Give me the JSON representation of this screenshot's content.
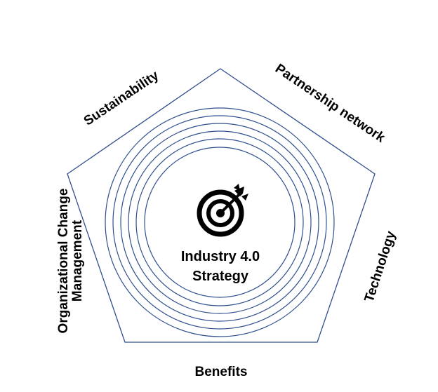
{
  "diagram": {
    "center": {
      "line1": "Industry 4.0",
      "line2": "Strategy",
      "icon": "target-arrow-icon"
    },
    "labels": {
      "sustainability": "Sustainability",
      "partnership": "Partnership network",
      "technology": "Technology",
      "benefits": "Benefits",
      "org_line1": "Organizational Change",
      "org_line2": "Management"
    },
    "colors": {
      "outline": "#2f4f8f",
      "text": "#000000",
      "icon": "#000000"
    }
  }
}
